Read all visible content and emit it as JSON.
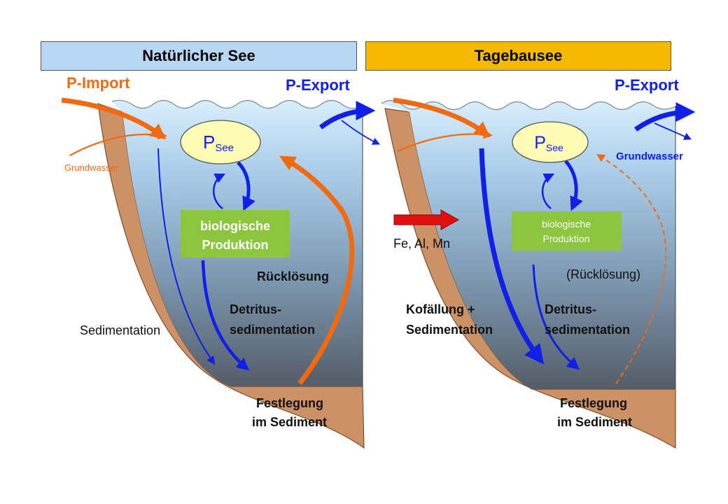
{
  "left_panel": {
    "title": "Natürlicher See",
    "p_import": "P-Import",
    "p_export": "P-Export",
    "grundwasser": "Grundwasser",
    "p_see_main": "P",
    "p_see_sub": "See",
    "bio_line1": "biologische",
    "bio_line2": "Produktion",
    "ruecklosung": "Rücklösung",
    "detritus_line1": "Detritus-",
    "detritus_line2": "sedimentation",
    "sedimentation": "Sedimentation",
    "festlegung_line1": "Festlegung",
    "festlegung_line2": "im Sediment"
  },
  "right_panel": {
    "title": "Tagebausee",
    "p_export": "P-Export",
    "grundwasser": "Grundwasser",
    "p_see_main": "P",
    "p_see_sub": "See",
    "fe_al_mn": "Fe, Al, Mn",
    "bio_line1": "biologische",
    "bio_line2": "Produktion",
    "ruecklosung": "(Rücklösung)",
    "kofallung_line1": "Kofällung +",
    "kofallung_line2": "Sedimentation",
    "detritus_line1": "Detritus-",
    "detritus_line2": "sedimentation",
    "festlegung_line1": "Festlegung",
    "festlegung_line2": "im Sediment"
  },
  "colors": {
    "water_top": "#d6ecfb",
    "water_bottom": "#565f6a",
    "sediment": "#cd9166",
    "orange": "#f26a10",
    "blue": "#1020e8",
    "ellipse": "#fdfbb4",
    "bio_box": "#8cc63f",
    "red_arrow": "#e01010"
  }
}
